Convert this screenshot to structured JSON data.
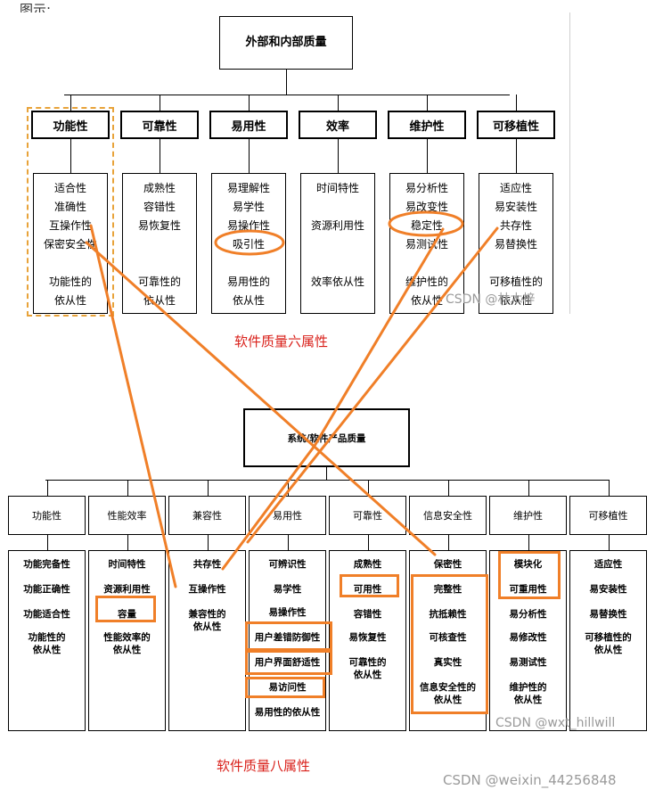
{
  "top_cut_text": "图示:",
  "chart1": {
    "root": "外部和内部质量",
    "categories": [
      {
        "name": "功能性",
        "items": [
          "适合性",
          "准确性",
          "互操作性",
          "保密安全性",
          "",
          "功能性的",
          "依从性"
        ]
      },
      {
        "name": "可靠性",
        "items": [
          "成熟性",
          "容错性",
          "易恢复性",
          "",
          "",
          "可靠性的",
          "依从性"
        ]
      },
      {
        "name": "易用性",
        "items": [
          "易理解性",
          "易学性",
          "易操作性",
          "吸引性",
          "",
          "易用性的",
          "依从性"
        ]
      },
      {
        "name": "效率",
        "items": [
          "时间特性",
          "",
          "资源利用性",
          "",
          "",
          "效率依从性",
          ""
        ]
      },
      {
        "name": "维护性",
        "items": [
          "易分析性",
          "易改变性",
          "稳定性",
          "易测试性",
          "",
          "维护性的",
          "依从性"
        ]
      },
      {
        "name": "可移植性",
        "items": [
          "适应性",
          "易安装性",
          "共存性",
          "易替换性",
          "",
          "可移植性的",
          "依从性"
        ]
      }
    ],
    "watermark": "CSDN @林木梓"
  },
  "caption1": "软件质量六属性",
  "chart2": {
    "root": "系统/软件产品质量",
    "categories": [
      {
        "name": "功能性",
        "items": [
          "功能完备性",
          "功能正确性",
          "功能适合性",
          "功能性的",
          "依从性"
        ]
      },
      {
        "name": "性能效率",
        "items": [
          "时间特性",
          "资源利用性",
          "容量",
          "性能效率的",
          "依从性"
        ]
      },
      {
        "name": "兼容性",
        "items": [
          "共存性",
          "互操作性",
          "兼容性的",
          "依从性"
        ]
      },
      {
        "name": "易用性",
        "items": [
          "可辨识性",
          "易学性",
          "易操作性",
          "用户差错防御性",
          "用户界面舒适性",
          "易访问性",
          "易用性的依从性"
        ]
      },
      {
        "name": "可靠性",
        "items": [
          "成熟性",
          "可用性",
          "容错性",
          "易恢复性",
          "可靠性的",
          "依从性"
        ]
      },
      {
        "name": "信息安全性",
        "items": [
          "保密性",
          "完整性",
          "抗抵赖性",
          "可核查性",
          "真实性",
          "信息安全性的",
          "依从性"
        ]
      },
      {
        "name": "维护性",
        "items": [
          "模块化",
          "可重用性",
          "易分析性",
          "易修改性",
          "易测试性",
          "维护性的",
          "依从性"
        ]
      },
      {
        "name": "可移植性",
        "items": [
          "适应性",
          "易安装性",
          "易替换性",
          "可移植性的",
          "依从性"
        ]
      }
    ],
    "watermark": "CSDN @wxt_hillwill"
  },
  "caption2": "软件质量八属性",
  "footer_watermark": "CSDN @weixin_44256848",
  "colors": {
    "highlight": "#f07f28",
    "dashed": "#e8a33a",
    "caption": "#d9201a"
  }
}
